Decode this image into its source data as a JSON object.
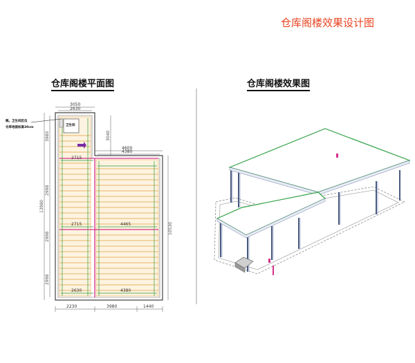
{
  "page": {
    "title": "仓库阁楼效果设计图",
    "plan_title": "仓库阁楼平面图",
    "view_title": "仓库阁楼效果图"
  },
  "plan": {
    "note_line1": "阁。卫生间区位",
    "note_line2": "仓库地面标高30cm",
    "room_label": "卫生间",
    "dims": {
      "top_1": "3050",
      "top_2": "2630",
      "right_1": "4600",
      "right_2": "4380",
      "row1_a": "2715",
      "row2_a": "2715",
      "row2_b": "4465",
      "bottom_inner_a": "2630",
      "bottom_inner_b": "4380",
      "bottom_a": "2230",
      "bottom_b": "3980",
      "bottom_c": "1440",
      "left_1": "3980",
      "left_2": "2998",
      "left_3": "2998",
      "left_4": "2998",
      "left_total": "13980",
      "right_v1": "3040",
      "right_v2": "10530"
    }
  }
}
